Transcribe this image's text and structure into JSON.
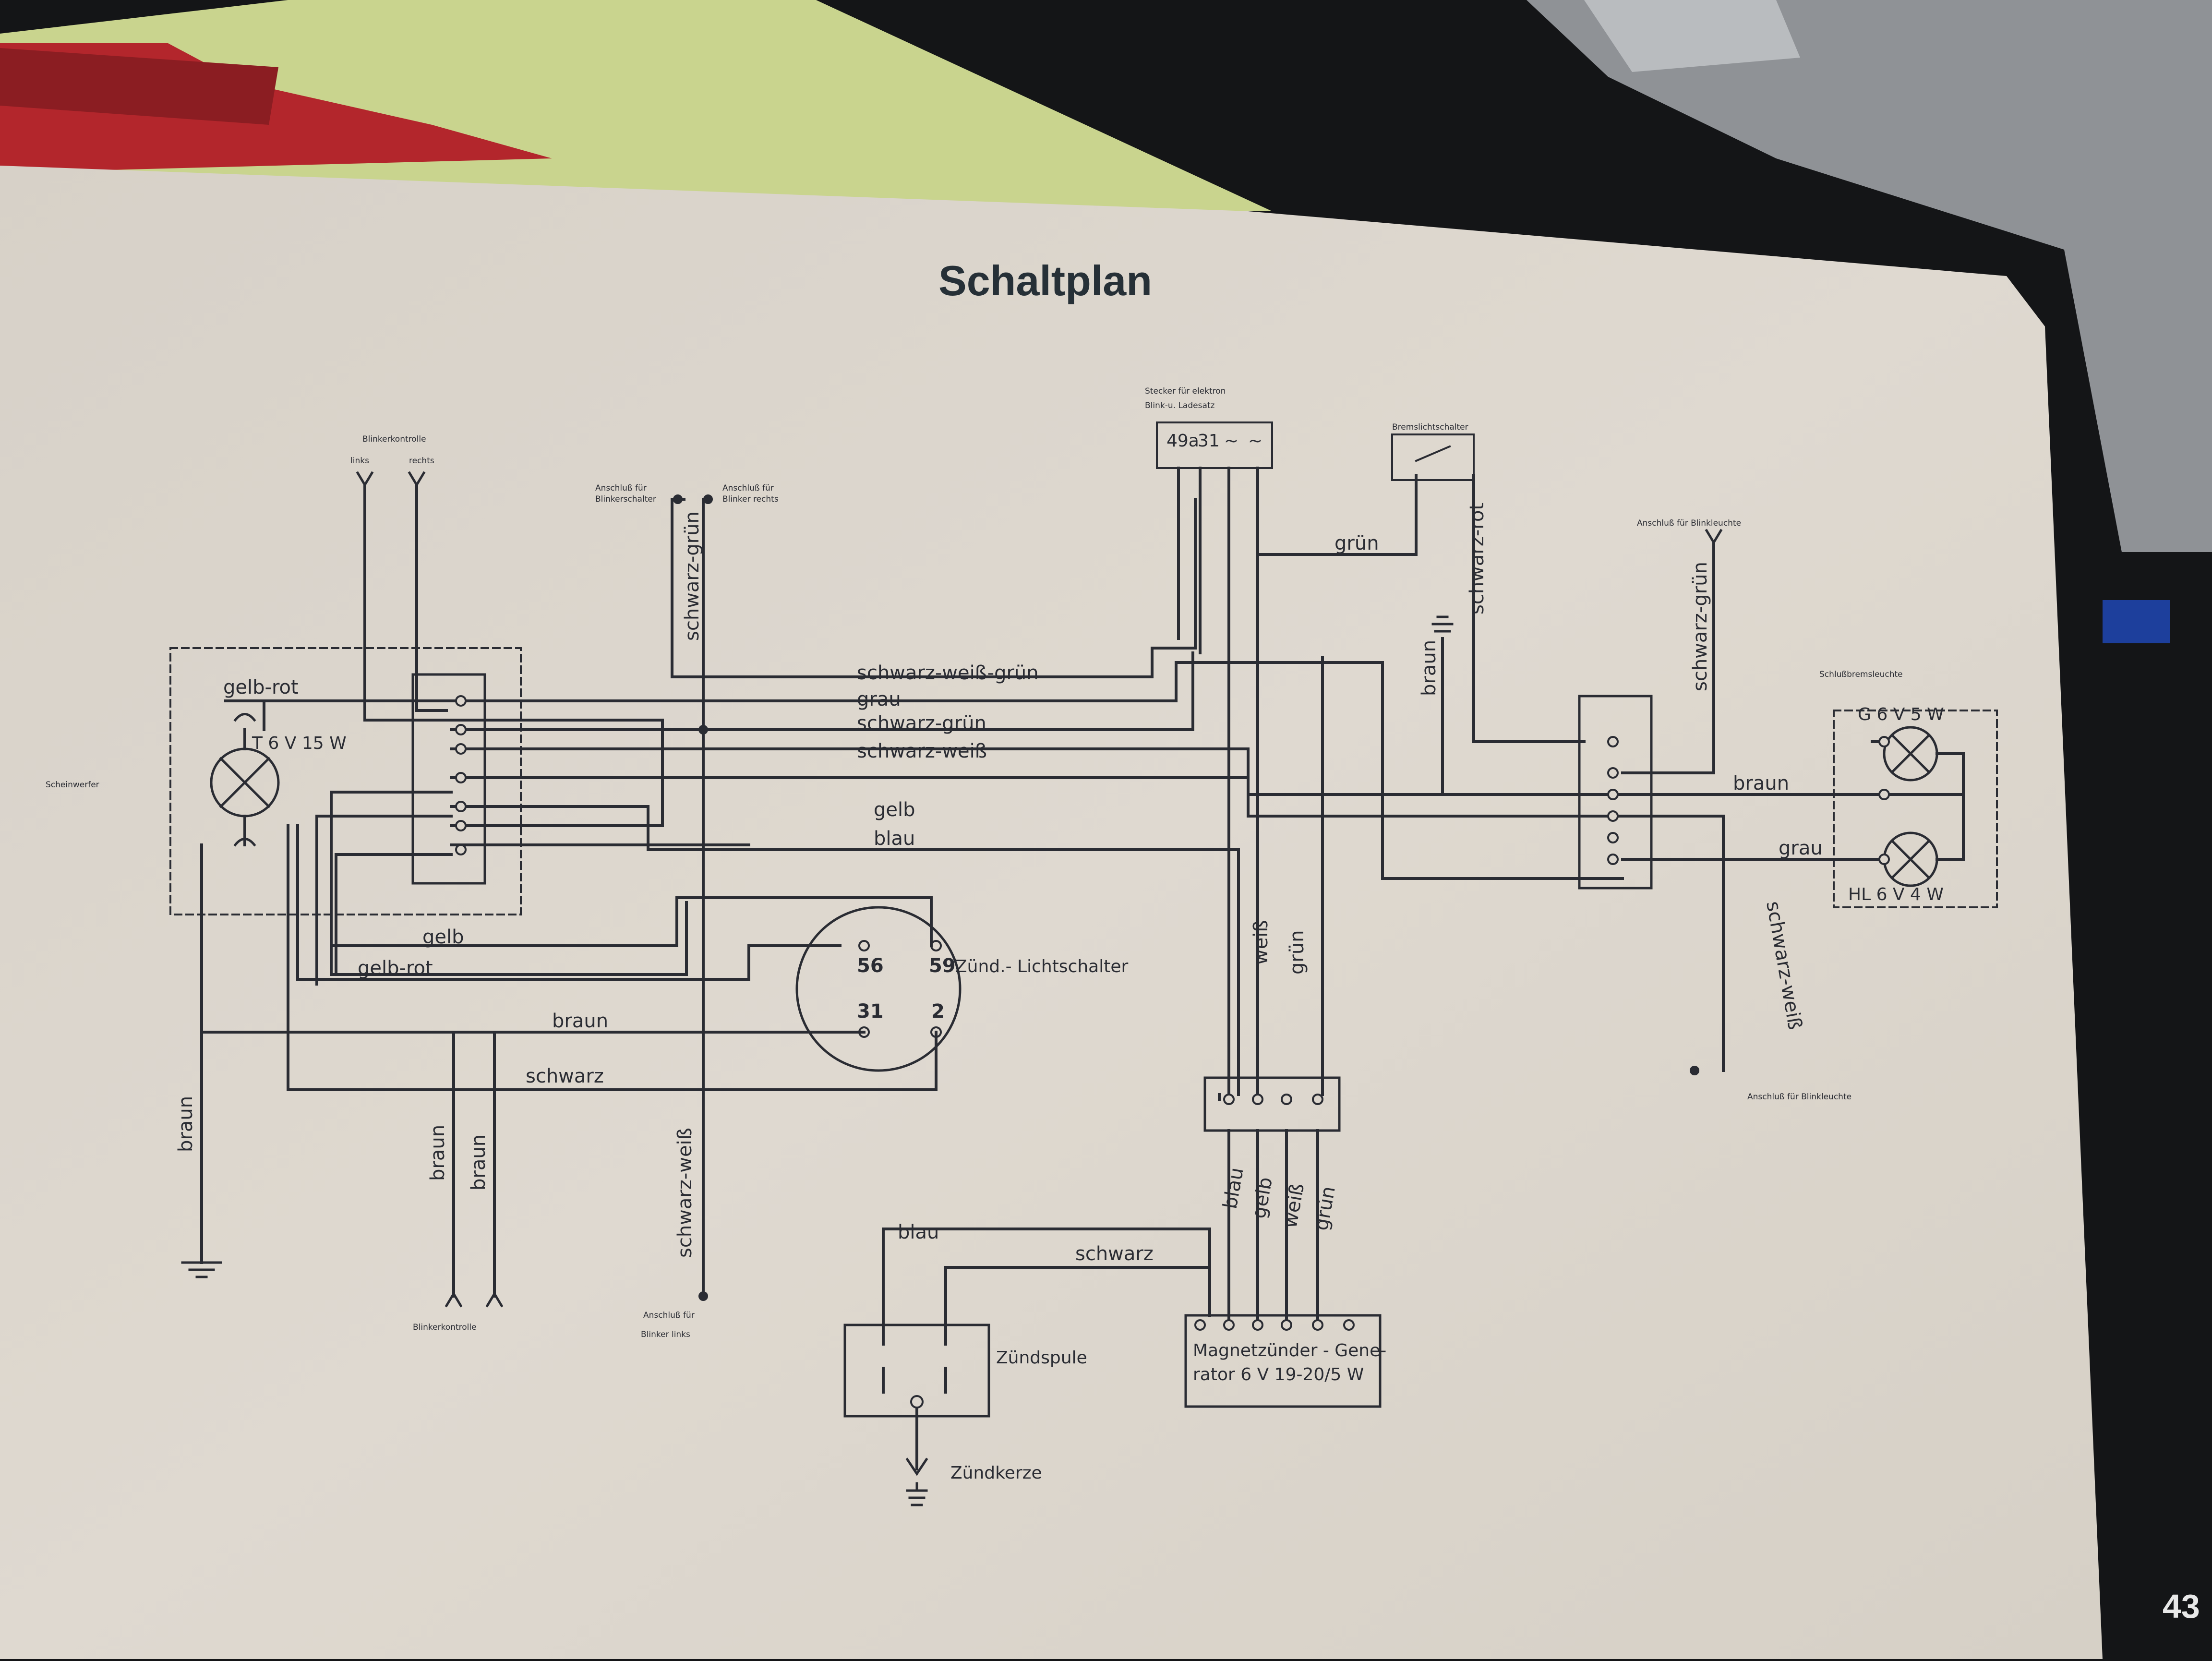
{
  "page": {
    "title": "Schaltplan",
    "page_number": "43"
  },
  "colors": {
    "paper": "#dcd6cd",
    "ink": "#2a2c33",
    "backdrop": "#141517",
    "green_sheet": "#c9d48e",
    "red_sheet": "#b3262c"
  },
  "components": {
    "blinkerkontrolle_top": "Blinkerkontrolle",
    "links": "links",
    "rechts": "rechts",
    "anschluss_blinkerschalter": [
      "Anschluß für",
      "Blinkerschalter"
    ],
    "anschluss_blinker_rechts": [
      "Anschluß für",
      "Blinker rechts"
    ],
    "stecker": [
      "Stecker für elektron",
      "Blink-u. Ladesatz"
    ],
    "stecker_pins": [
      "49a",
      "31",
      "~",
      "~"
    ],
    "bremslichtschalter": "Bremslichtschalter",
    "anschluss_blinkleuchte_top": "Anschluß für Blinkleuchte",
    "scheinwerfer": "Scheinwerfer",
    "scheinwerfer_lamp": "T 6 V 15 W",
    "schlussbremsleuchte": "Schlußbremsleuchte",
    "lamp_g": "G 6 V 5 W",
    "lamp_hl": "HL 6 V 4 W",
    "zuend_lichtschalter": "Zünd.- Lichtschalter",
    "switch_pins": [
      "56",
      "59",
      "31",
      "2"
    ],
    "anschluss_blinkleuchte_bottom": "Anschluß für Blinkleuchte",
    "blinkerkontrolle_bottom": "Blinkerkontrolle",
    "anschluss_blinker_links": [
      "Anschluß für",
      "Blinker links"
    ],
    "zuendspule": "Zündspule",
    "zuendkerze": "Zündkerze",
    "magnet": [
      "Magnetzünder - Gene-",
      "rator 6 V 19-20/5 W"
    ]
  },
  "wires": {
    "gelb_rot_top": "gelb-rot",
    "schwarz_gruen_v": "schwarz-grün",
    "schwarz_weiss_gruen": "schwarz-weiß-grün",
    "grau": "grau",
    "schwarz_gruen": "schwarz-grün",
    "schwarz_weiss": "schwarz-weiß",
    "gelb": "gelb",
    "blau": "blau",
    "gruen_stecker": "grün",
    "braun_ground": "braun",
    "schwarz_rot": "schwarz-rot",
    "schwarz_gruen_right": "schwarz-grün",
    "braun_right": "braun",
    "grau_right": "grau",
    "schwarz_weiss_right": "schwarz-weiß",
    "gelb_switch": "gelb",
    "gelb_rot_switch": "gelb-rot",
    "braun_switch": "braun",
    "schwarz_switch": "schwarz",
    "weiss_v": "weiß",
    "gruen_v": "grün",
    "braun_left": "braun",
    "braun_bk1": "braun",
    "braun_bk2": "braun",
    "schwarz_weiss_v": "schwarz-weiß",
    "blau_bus": "blau",
    "gelb_bus": "gelb",
    "weiss_bus": "weiß",
    "gruen_bus": "grün",
    "blau_spule": "blau",
    "schwarz_spule": "schwarz"
  }
}
